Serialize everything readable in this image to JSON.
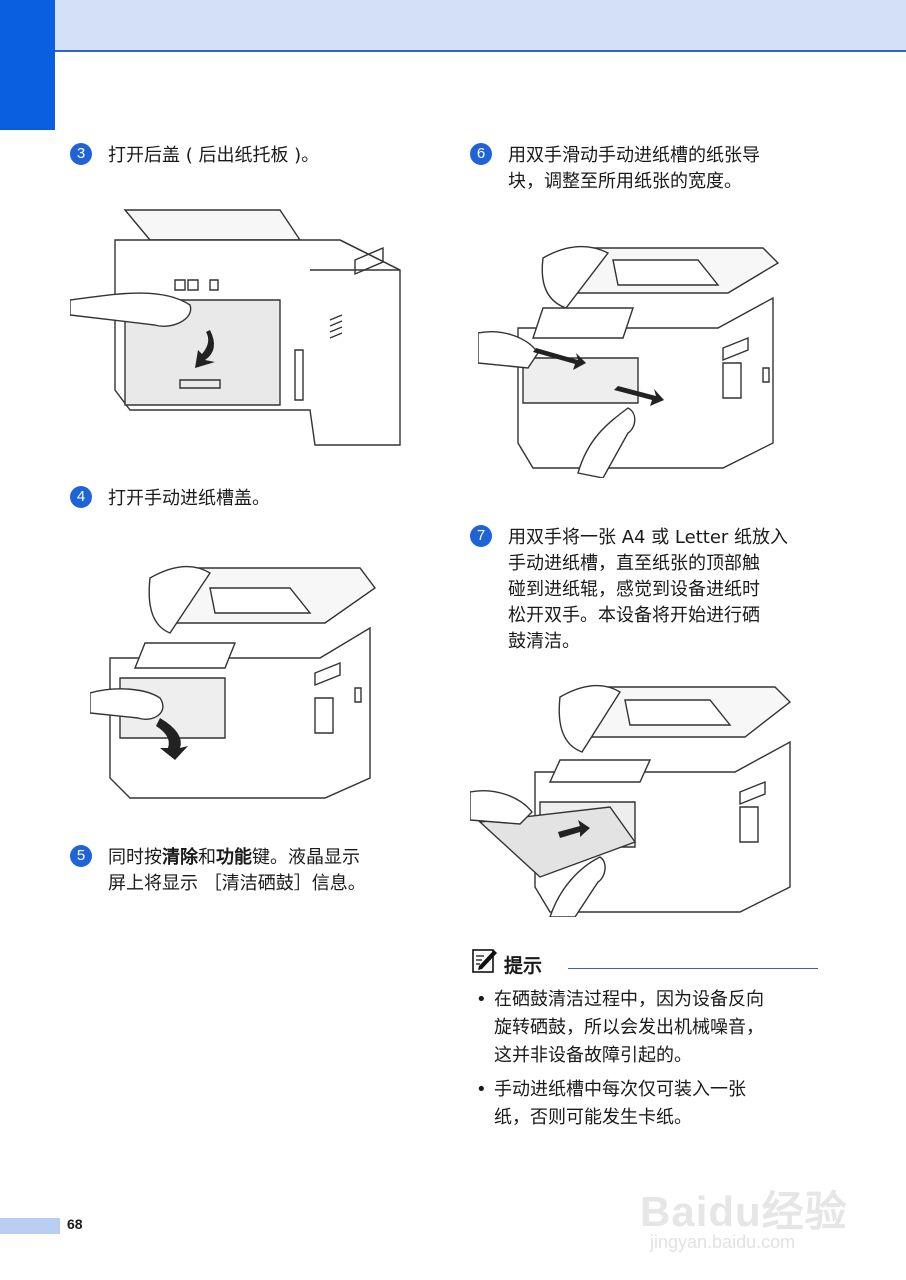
{
  "page": {
    "number": "68",
    "accent_color": "#1f63d8",
    "header_color": "#d4e0f6"
  },
  "steps": [
    {
      "num": "3",
      "text": "打开后盖 ( 后出纸托板 )。"
    },
    {
      "num": "4",
      "text": "打开手动进纸槽盖。"
    },
    {
      "num": "5",
      "text_before": "同时按",
      "bold1": "清除",
      "mid": "和",
      "bold2": "功能",
      "text_after": "键。液晶显示\n屏上将显示 ［清洁硒鼓］信息。"
    },
    {
      "num": "6",
      "text": "用双手滑动手动进纸槽的纸张导\n块，调整至所用纸张的宽度。"
    },
    {
      "num": "7",
      "text": "用双手将一张 A4 或 Letter 纸放入\n手动进纸槽，直至纸张的顶部触\n碰到进纸辊，感觉到设备进纸时\n松开双手。本设备将开始进行硒\n鼓清洁。"
    }
  ],
  "note": {
    "icon": "note-pencil-icon",
    "title": "提示",
    "bullets": [
      "在硒鼓清洁过程中，因为设备反向\n旋转硒鼓，所以会发出机械噪音，\n这并非设备故障引起的。",
      "手动进纸槽中每次仅可装入一张\n纸，否则可能发生卡纸。"
    ]
  },
  "watermark": {
    "brand": "Baidu经验",
    "url": "jingyan.baidu.com"
  }
}
